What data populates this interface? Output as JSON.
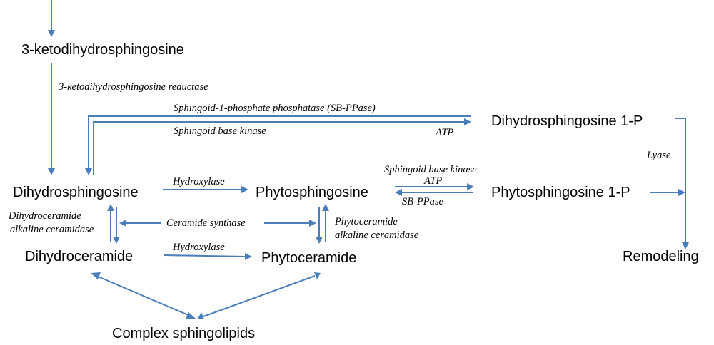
{
  "nodes": {
    "keto": "3-ketodihydrosphingosine",
    "dhs": "Dihydrosphingosine",
    "phs": "Phytosphingosine",
    "dhs1p": "Dihydrosphingosine 1-P",
    "phs1p": "Phytosphingosine 1-P",
    "dhcer": "Dihydroceramide",
    "phcer": "Phytoceramide",
    "complex": "Complex sphingolipids",
    "remodel": "Remodeling"
  },
  "enzymes": {
    "reductase": "3-ketodihydrosphingosine reductase",
    "sbppase_long": "Sphingoid-1-phosphate phosphatase (SB-PPase)",
    "sbkinase": "Sphingoid base kinase",
    "atp": "ATP",
    "lyase": "Lyase",
    "hydroxylase": "Hydroxylase",
    "sbppase": "SB-PPase",
    "cersynth": "Ceramide synthase",
    "dh_ceramidase_1": "Dihydroceramide",
    "dh_ceramidase_2": "alkaline ceramidase",
    "ph_ceramidase_1": "Phytoceramide",
    "ph_ceramidase_2": "alkaline ceramidase"
  }
}
